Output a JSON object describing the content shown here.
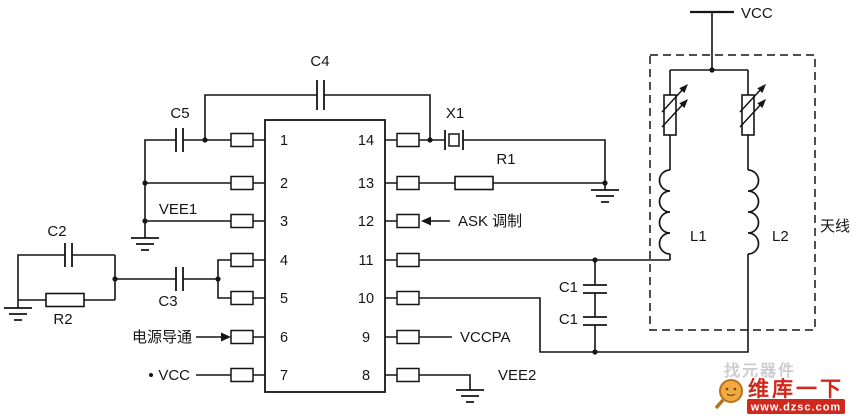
{
  "diagram": {
    "ic": {
      "left_pins": [
        "1",
        "2",
        "3",
        "4",
        "5",
        "6",
        "7"
      ],
      "right_pins": [
        "14",
        "13",
        "12",
        "11",
        "10",
        "9",
        "8"
      ]
    },
    "components": {
      "c1_upper": "C1",
      "c1_lower": "C1",
      "c2": "C2",
      "c3": "C3",
      "c4": "C4",
      "c5": "C5",
      "r1": "R1",
      "r2": "R2",
      "x1": "X1",
      "l1": "L1",
      "l2": "L2"
    },
    "labels": {
      "vee1": "VEE1",
      "vee2": "VEE2",
      "vcc_pin7": "VCC",
      "vcc_top": "VCC",
      "vccpa": "VCCPA",
      "ask_mod": "ASK 调制",
      "power_on": "电源导通",
      "antenna": "天线"
    }
  },
  "watermark": {
    "slogan": "找元器件",
    "brand": "维库一下",
    "url": "www.dzsc.com"
  }
}
